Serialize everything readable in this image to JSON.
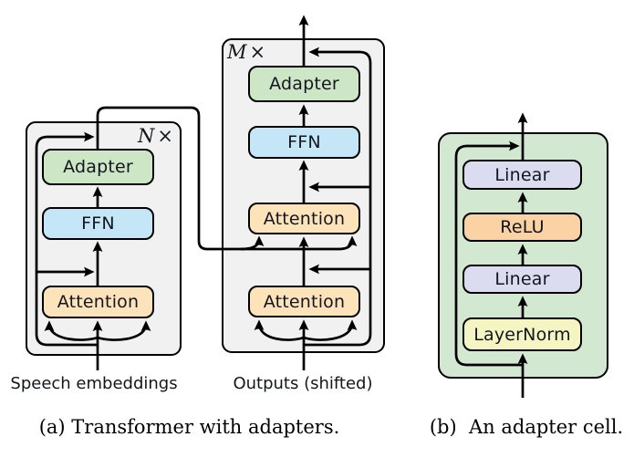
{
  "figure": {
    "panel_a": {
      "caption": "(a) Transformer with adapters.",
      "encoder": {
        "multiplier": "N",
        "times_symbol": "×",
        "input_label": "Speech embeddings",
        "blocks": {
          "attention": "Attention",
          "ffn": "FFN",
          "adapter": "Adapter"
        }
      },
      "decoder": {
        "multiplier": "M",
        "times_symbol": "×",
        "input_label": "Outputs (shifted)",
        "blocks": {
          "self_attention": "Attention",
          "cross_attention": "Attention",
          "ffn": "FFN",
          "adapter": "Adapter"
        }
      }
    },
    "panel_b": {
      "caption": "(b)  An adapter cell.",
      "blocks": {
        "layernorm": "LayerNorm",
        "linear_in": "Linear",
        "relu": "ReLU",
        "linear_out": "Linear"
      }
    }
  },
  "colors": {
    "attention": "#fce3ba",
    "ffn": "#c5e6f7",
    "adapter": "#cde6c5",
    "linear": "#dcdcf0",
    "relu": "#fbd2a4",
    "layernorm": "#f5f5c3",
    "adapter_cell_bg": "#d3e8d1",
    "repeat_box_bg": "#f1f1f2",
    "line": "#000000"
  }
}
